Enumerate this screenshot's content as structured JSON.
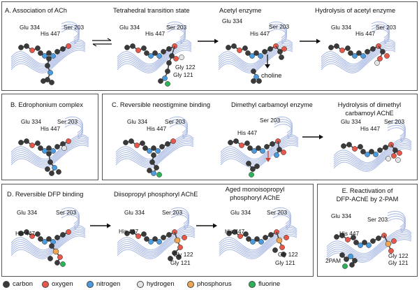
{
  "panels": {
    "A": {
      "title": "A. Association of ACh",
      "state2": "Tetrahedral transition state",
      "state3": "Acetyl enzyme",
      "state4": "Hydrolysis of acetyl enzyme",
      "leaving_group": "choline"
    },
    "B": {
      "title": "B. Edrophonium complex"
    },
    "C": {
      "title": "C. Reversible neostigmine binding",
      "state2": "Dimethyl carbamoyl enzyme",
      "state3_line1": "Hydrolysis of dimethyl",
      "state3_line2": "carbamoyl AChE"
    },
    "D": {
      "title": "D. Reversible DFP binding",
      "state2": "Diisopropyl phosphoryl AChE",
      "state3_line1": "Aged monoisopropyl",
      "state3_line2": "phosphoryl AChE"
    },
    "E": {
      "title_line1": "E. Reactivation of",
      "title_line2": "DFP-AChE by 2-PAM",
      "reactivator": "2PAM"
    }
  },
  "residues": {
    "glu": "Glu 334",
    "his": "His 447",
    "ser": "Ser 203",
    "gly122": "Gly 122",
    "gly121": "Gly 121"
  },
  "legend": [
    {
      "label": "carbon",
      "color": "#3a3a3a"
    },
    {
      "label": "oxygen",
      "color": "#e8584a"
    },
    {
      "label": "nitrogen",
      "color": "#4a9be0"
    },
    {
      "label": "hydrogen",
      "color": "#e4e4e4"
    },
    {
      "label": "phosphorus",
      "color": "#f0a552"
    },
    {
      "label": "fluorine",
      "color": "#2cb35a"
    }
  ],
  "colors": {
    "ribbon": "#9fb1e0",
    "carbon": "#3a3a3a",
    "oxygen": "#e8584a",
    "nitrogen": "#4a9be0",
    "hydrogen": "#e4e4e4",
    "phosphorus": "#f0a552",
    "fluorine": "#2cb35a",
    "border": "#555555"
  }
}
